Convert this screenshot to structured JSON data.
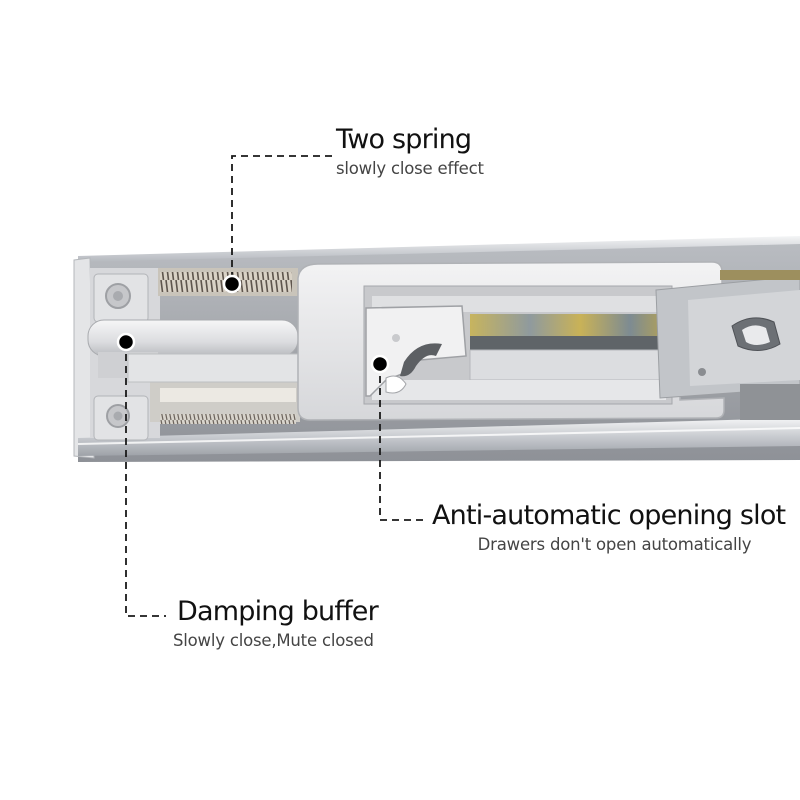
{
  "callouts": {
    "two_spring": {
      "title": "Two spring",
      "subtitle": "slowly close effect"
    },
    "anti_automatic": {
      "title": "Anti-automatic opening slot",
      "subtitle": "Drawers don't open automatically"
    },
    "damping_buffer": {
      "title": "Damping buffer",
      "subtitle": "Slowly close,Mute closed"
    }
  },
  "colors": {
    "background": "#ffffff",
    "rail_metal": "#c9ccd1",
    "plastic_white": "#e9eaec",
    "spring_dark": "#6a6058",
    "brass": "#b8a24a",
    "leader_line": "#1a1a1a"
  }
}
